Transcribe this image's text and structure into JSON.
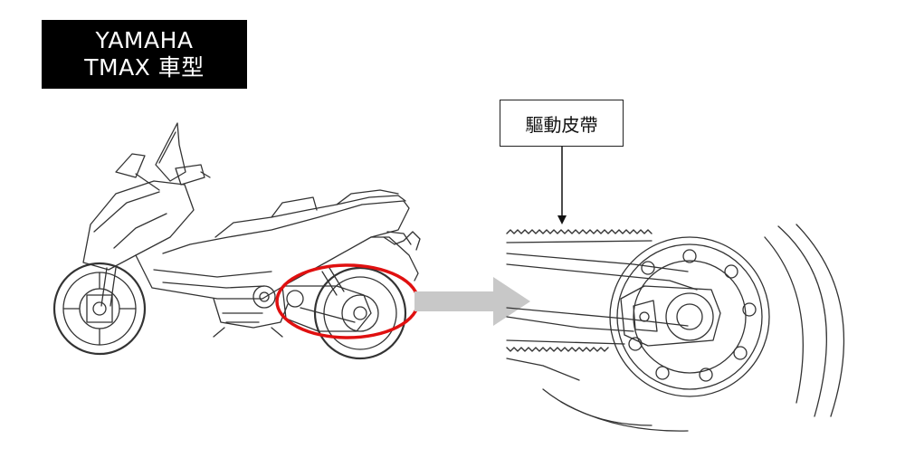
{
  "title": {
    "line1": "YAMAHA",
    "line2": "TMAX 車型"
  },
  "callout": {
    "label": "驅動皮帶"
  },
  "colors": {
    "highlight": "#e01010",
    "arrow": "#c8c8c8",
    "ink": "#333333",
    "title_bg": "#000000"
  }
}
